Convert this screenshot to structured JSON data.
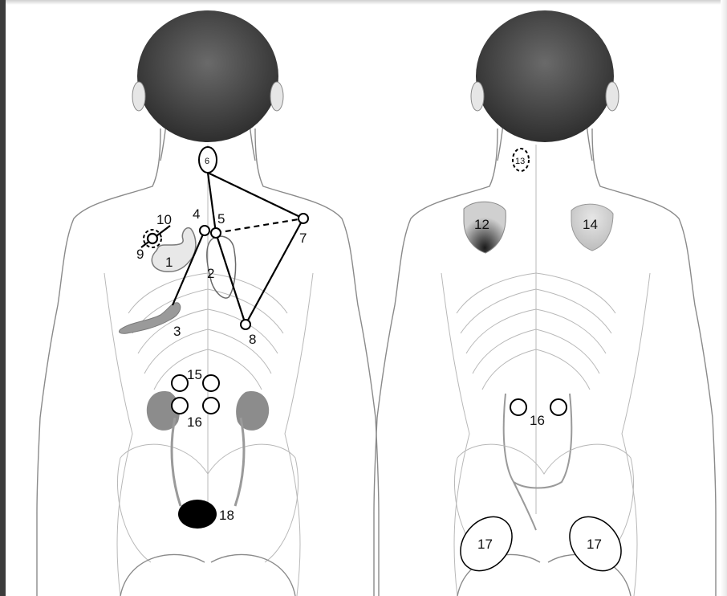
{
  "labels": {
    "l1": "1",
    "l2": "2",
    "l3": "3",
    "l4": "4",
    "l5": "5",
    "l6": "6",
    "l7": "7",
    "l8": "8",
    "l9": "9",
    "l10": "10",
    "l12": "12",
    "l13": "13",
    "l14": "14",
    "l15": "15",
    "l16_left": "16",
    "l16_right": "16",
    "l17_left": "17",
    "l17_right": "17",
    "l18": "18"
  },
  "colors": {
    "hair": "#4a4a4a",
    "skin_outline": "#8a8a8a",
    "organ_fill": "#8c8c8c",
    "marker_black": "#000000",
    "shoulder_patch": "#d8d8d8"
  }
}
